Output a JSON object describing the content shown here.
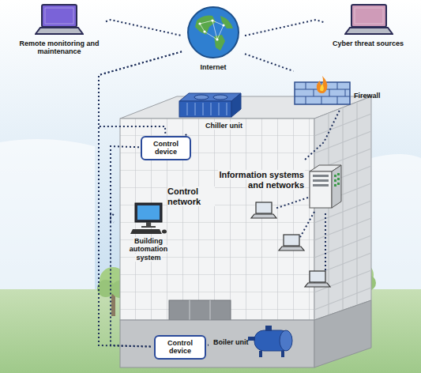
{
  "diagram": {
    "nodes": [
      {
        "text": [
          "Remote monitoring and maintenance"
        ]
      },
      {
        "text": [
          "Internet"
        ]
      },
      {
        "text": [
          "Cyber threat sources"
        ]
      },
      {
        "text": [
          "Firewall"
        ]
      },
      {
        "text": [
          "Chiller unit"
        ]
      },
      {
        "text": [
          "Control device"
        ]
      },
      {
        "text": [
          "Building automation system"
        ]
      },
      {
        "text": [
          "Information systems and networks"
        ]
      },
      {
        "text": [
          "Control device"
        ]
      },
      {
        "text": [
          "Boiler unit"
        ]
      }
    ],
    "edges": [
      {
        "from": 0,
        "to": 1,
        "arrow": "none"
      },
      {
        "from": 1,
        "to": 2,
        "arrow": "none"
      },
      {
        "from": 1,
        "to": 3,
        "arrow": "none"
      },
      {
        "from": 3,
        "to": 7,
        "arrow": "none"
      },
      {
        "from": 1,
        "to": 5,
        "arrow": "none"
      },
      {
        "from": 1,
        "to": 8,
        "arrow": "none"
      },
      {
        "from": 5,
        "to": 4,
        "arrow": "none"
      },
      {
        "from": 5,
        "to": 6,
        "arrow": "none"
      },
      {
        "from": 6,
        "to": 8,
        "arrow": "none"
      },
      {
        "from": 8,
        "to": 9,
        "arrow": "none"
      }
    ],
    "labels": [
      "Control network"
    ]
  }
}
